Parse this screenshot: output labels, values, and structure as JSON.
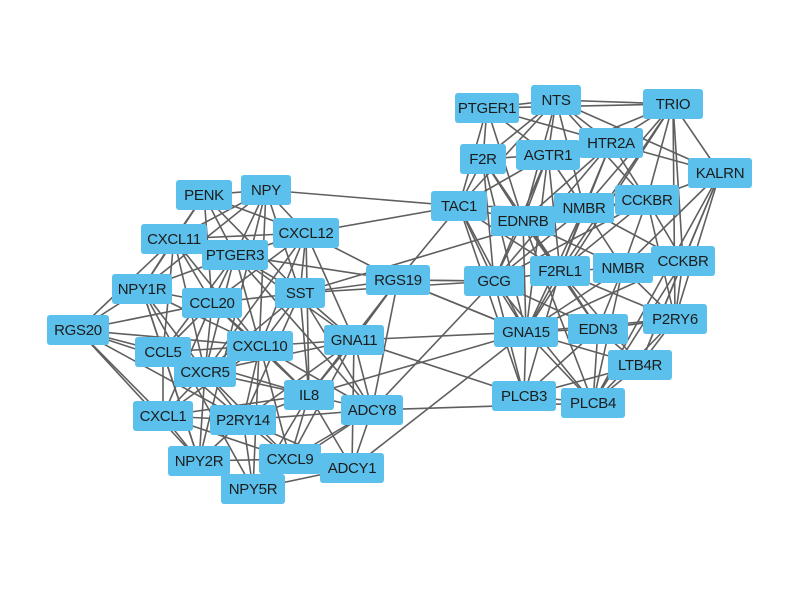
{
  "colors": {
    "node_fill": "#5bc0eb",
    "edge": "#5f5f5f",
    "background": "#ffffff",
    "label": "#1c1c1c"
  },
  "nodes": [
    {
      "id": "PTGER1",
      "label": "PTGER1"
    },
    {
      "id": "NTS",
      "label": "NTS"
    },
    {
      "id": "TRIO",
      "label": "TRIO"
    },
    {
      "id": "HTR2A",
      "label": "HTR2A"
    },
    {
      "id": "AGTR1",
      "label": "AGTR1"
    },
    {
      "id": "F2R",
      "label": "F2R"
    },
    {
      "id": "KALRN",
      "label": "KALRN"
    },
    {
      "id": "TAC1",
      "label": "TAC1"
    },
    {
      "id": "EDNRB",
      "label": "EDNRB"
    },
    {
      "id": "NMBR_1",
      "label": "NMBR"
    },
    {
      "id": "CCKBR_1",
      "label": "CCKBR"
    },
    {
      "id": "GCG",
      "label": "GCG"
    },
    {
      "id": "F2RL1",
      "label": "F2RL1"
    },
    {
      "id": "NMBR_2",
      "label": "NMBR"
    },
    {
      "id": "CCKBR_2",
      "label": "CCKBR"
    },
    {
      "id": "P2RY6",
      "label": "P2RY6"
    },
    {
      "id": "GNA15",
      "label": "GNA15"
    },
    {
      "id": "EDN3",
      "label": "EDN3"
    },
    {
      "id": "LTB4R",
      "label": "LTB4R"
    },
    {
      "id": "PLCB3",
      "label": "PLCB3"
    },
    {
      "id": "PLCB4",
      "label": "PLCB4"
    },
    {
      "id": "RGS19",
      "label": "RGS19"
    },
    {
      "id": "PENK",
      "label": "PENK"
    },
    {
      "id": "NPY",
      "label": "NPY"
    },
    {
      "id": "CXCL11",
      "label": "CXCL11"
    },
    {
      "id": "CXCL12",
      "label": "CXCL12"
    },
    {
      "id": "PTGER3",
      "label": "PTGER3"
    },
    {
      "id": "NPY1R",
      "label": "NPY1R"
    },
    {
      "id": "CCL20",
      "label": "CCL20"
    },
    {
      "id": "SST",
      "label": "SST"
    },
    {
      "id": "RGS20",
      "label": "RGS20"
    },
    {
      "id": "CCL5",
      "label": "CCL5"
    },
    {
      "id": "CXCL10",
      "label": "CXCL10"
    },
    {
      "id": "GNA11",
      "label": "GNA11"
    },
    {
      "id": "CXCR5",
      "label": "CXCR5"
    },
    {
      "id": "IL8",
      "label": "IL8"
    },
    {
      "id": "ADCY8",
      "label": "ADCY8"
    },
    {
      "id": "CXCL1",
      "label": "CXCL1"
    },
    {
      "id": "P2RY14",
      "label": "P2RY14"
    },
    {
      "id": "NPY2R",
      "label": "NPY2R"
    },
    {
      "id": "CXCL9",
      "label": "CXCL9"
    },
    {
      "id": "ADCY1",
      "label": "ADCY1"
    },
    {
      "id": "NPY5R",
      "label": "NPY5R"
    }
  ]
}
